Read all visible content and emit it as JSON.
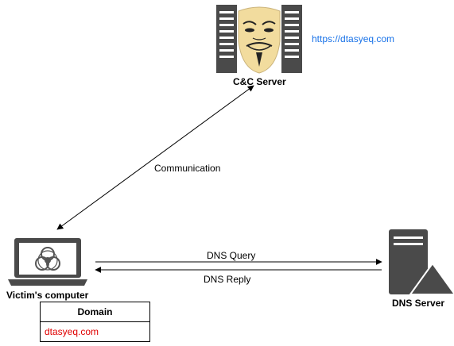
{
  "nodes": {
    "cc_server": {
      "label": "C&C Server",
      "url": "https://dtasyeq.com"
    },
    "victim": {
      "label": "Victim's computer"
    },
    "dns_server": {
      "label": "DNS Server"
    }
  },
  "edges": {
    "communication": "Communication",
    "dns_query": "DNS Query",
    "dns_reply": "DNS Reply"
  },
  "domain_table": {
    "header": "Domain",
    "value": "dtasyeq.com"
  },
  "colors": {
    "url": "#1a73e8",
    "domain_value": "#e00000",
    "server_dark": "#4a4a4a",
    "mask": "#f2dc9e"
  }
}
